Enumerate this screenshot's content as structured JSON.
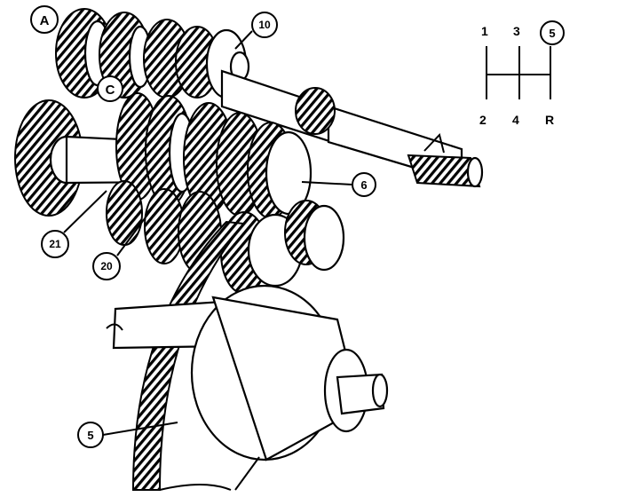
{
  "diagram": {
    "callouts": {
      "a": "A",
      "c": "C",
      "c5": "5",
      "c6": "6",
      "c10": "10",
      "c20": "20",
      "c21": "21",
      "c5_bottom": "5"
    },
    "shift_pattern": {
      "top": [
        "1",
        "3"
      ],
      "bottom": [
        "2",
        "4",
        "R"
      ]
    }
  }
}
